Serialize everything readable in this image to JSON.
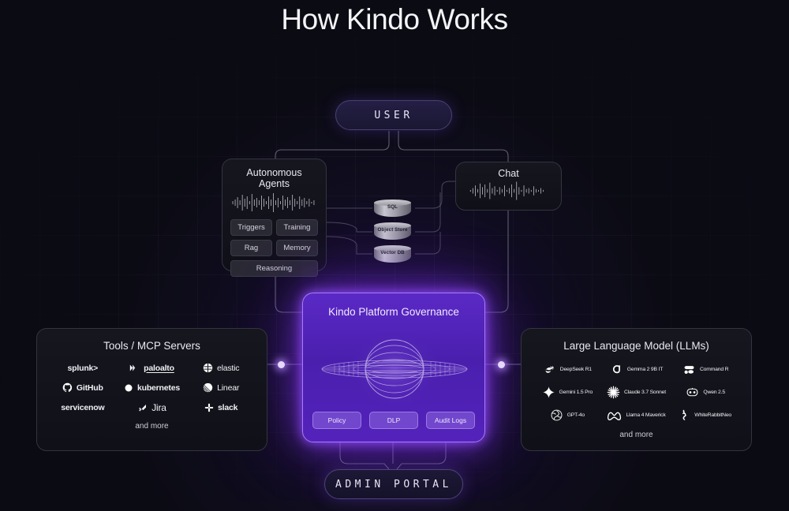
{
  "page": {
    "title": "How Kindo Works",
    "background_color": "#0b0b14",
    "accent_color": "#7c3aed"
  },
  "nodes": {
    "user": {
      "label": "USER",
      "name": "user-node"
    },
    "admin_portal": {
      "label": "ADMIN PORTAL",
      "name": "admin-portal-node"
    },
    "chat": {
      "label": "Chat",
      "name": "chat-node"
    }
  },
  "agents": {
    "title": "Autonomous Agents",
    "chips": [
      {
        "label": "Triggers",
        "wide": false
      },
      {
        "label": "Training",
        "wide": false
      },
      {
        "label": "Rag",
        "wide": false
      },
      {
        "label": "Memory",
        "wide": false
      },
      {
        "label": "Reasoning",
        "wide": true
      }
    ]
  },
  "datastores": [
    {
      "label": "SQL"
    },
    {
      "label": "Object Store"
    },
    {
      "label": "Vector DB"
    }
  ],
  "governance": {
    "title": "Kindo Platform Governance",
    "chips": [
      {
        "label": "Policy"
      },
      {
        "label": "DLP"
      },
      {
        "label": "Audit Logs"
      }
    ]
  },
  "tools": {
    "title": "Tools / MCP Servers",
    "footer": "and more",
    "items": [
      {
        "label": "splunk>",
        "icon": "splunk-icon"
      },
      {
        "label": "paloalto",
        "icon": "paloalto-icon"
      },
      {
        "label": "elastic",
        "icon": "elastic-icon"
      },
      {
        "label": "GitHub",
        "icon": "github-icon"
      },
      {
        "label": "kubernetes",
        "icon": "kubernetes-icon"
      },
      {
        "label": "Linear",
        "icon": "linear-icon"
      },
      {
        "label": "servicenow",
        "icon": "servicenow-icon"
      },
      {
        "label": "Jira",
        "icon": "jira-icon"
      },
      {
        "label": "slack",
        "icon": "slack-icon"
      }
    ]
  },
  "llms": {
    "title": "Large Language Model (LLMs)",
    "footer": "and more",
    "items": [
      {
        "label": "DeepSeek R1",
        "icon": "deepseek-whale-icon"
      },
      {
        "label": "Gemma 2 9B IT",
        "icon": "gemma-icon"
      },
      {
        "label": "Command R",
        "icon": "cohere-command-icon"
      },
      {
        "label": "Gemini 1.5 Pro",
        "icon": "gemini-star-icon"
      },
      {
        "label": "Claude 3.7 Sonnet",
        "icon": "claude-burst-icon"
      },
      {
        "label": "Qwen 2.5",
        "icon": "qwen-icon"
      },
      {
        "label": "GPT-4o",
        "icon": "openai-icon"
      },
      {
        "label": "Llama 4 Maverick",
        "icon": "meta-llama-icon"
      },
      {
        "label": "WhiteRabbitNeo",
        "icon": "whiterabbitneo-icon"
      }
    ]
  }
}
